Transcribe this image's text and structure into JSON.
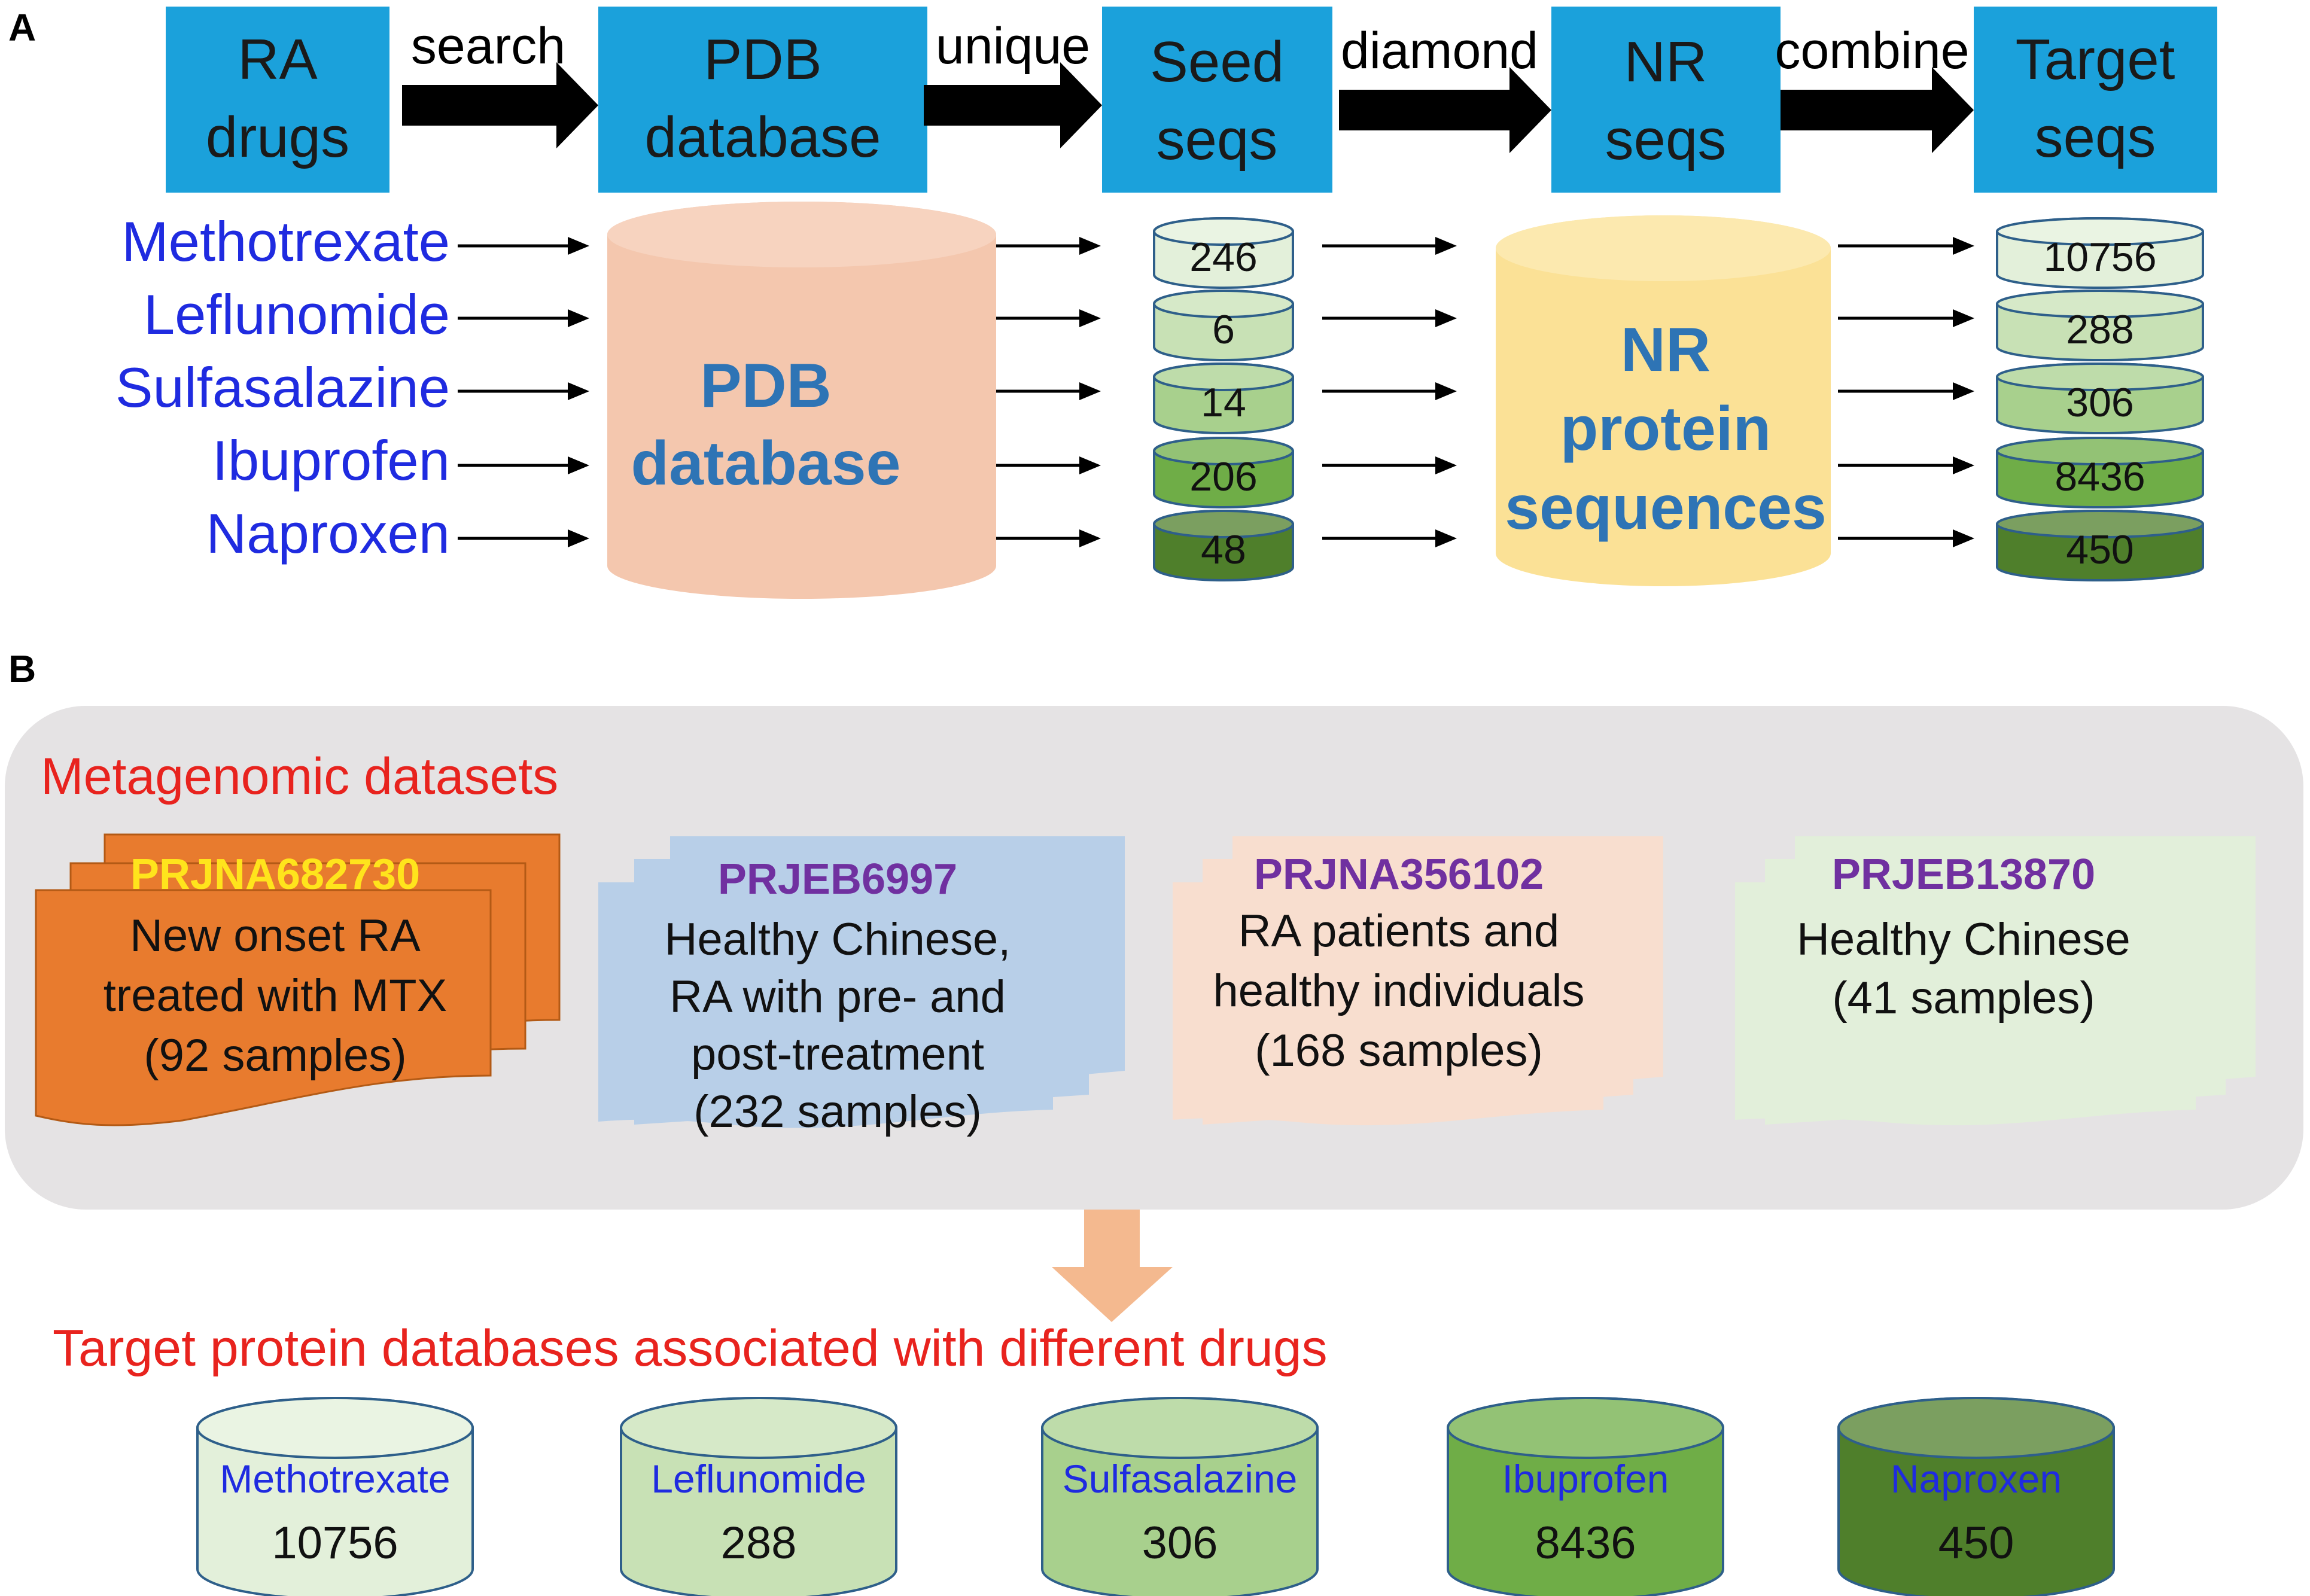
{
  "panel_a": {
    "label": "A",
    "boxes": [
      {
        "line1": "RA",
        "line2": "drugs"
      },
      {
        "line1": "PDB",
        "line2": "database"
      },
      {
        "line1": "Seed",
        "line2": "seqs"
      },
      {
        "line1": "NR",
        "line2": "seqs"
      },
      {
        "line1": "Target",
        "line2": "seqs"
      }
    ],
    "arrows": [
      "search",
      "unique",
      "diamond",
      "combine"
    ],
    "drugs": [
      "Methotrexate",
      "Leflunomide",
      "Sulfasalazine",
      "Ibuprofen",
      "Naproxen"
    ],
    "pdb_cylinder": {
      "line1": "PDB",
      "line2": "database"
    },
    "nr_cylinder": {
      "line1": "NR",
      "line2": "protein",
      "line3": "sequences"
    },
    "seed_counts": [
      "246",
      "6",
      "14",
      "206",
      "48"
    ],
    "target_counts": [
      "10756",
      "288",
      "306",
      "8436",
      "450"
    ]
  },
  "panel_b": {
    "label": "B",
    "datasets_title": "Metagenomic  datasets",
    "datasets": [
      {
        "id": "PRJNA682730",
        "lines": [
          "New onset RA",
          "treated with MTX",
          "(92 samples)"
        ]
      },
      {
        "id": "PRJEB6997",
        "lines": [
          "Healthy Chinese,",
          "RA with pre- and",
          "post-treatment",
          "(232 samples)"
        ]
      },
      {
        "id": "PRJNA356102",
        "lines": [
          "RA patients and",
          "healthy individuals",
          "(168 samples)"
        ]
      },
      {
        "id": "PRJEB13870",
        "lines": [
          "Healthy Chinese",
          "(41 samples)"
        ]
      }
    ],
    "databases_title": "Target protein databases associated with different drugs",
    "databases": [
      {
        "name": "Methotrexate",
        "count": "10756"
      },
      {
        "name": "Leflunomide",
        "count": "288"
      },
      {
        "name": "Sulfasalazine",
        "count": "306"
      },
      {
        "name": "Ibuprofen",
        "count": "8436"
      },
      {
        "name": "Naproxen",
        "count": "450"
      }
    ]
  },
  "colors": {
    "header_box": "#1BA1DB",
    "drug_text": "#1F2BE0",
    "pdb_cylinder": "#F4C7AE",
    "pdb_text": "#2E74B5",
    "nr_cylinder": "#FBE196",
    "title_red": "#E8231E",
    "dataset_id_purple": "#7030A0",
    "dataset_id_yellow": "#FFE41C",
    "green_scale": [
      "#E3F0DA",
      "#C8E1B5",
      "#A8D08D",
      "#6FAD47",
      "#4F7F2B"
    ]
  }
}
